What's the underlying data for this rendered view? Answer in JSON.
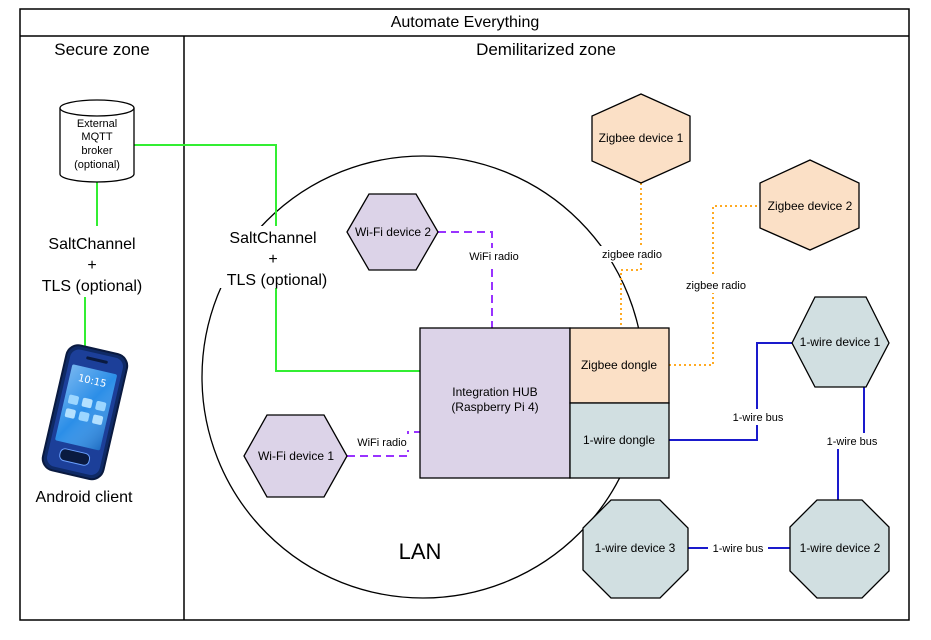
{
  "title": "Automate Everything",
  "zones": {
    "secure": "Secure zone",
    "dmz": "Demilitarized zone"
  },
  "lan_label": "LAN",
  "broker": {
    "line1": "External",
    "line2": "MQTT",
    "line3": "broker",
    "line4": "(optional)"
  },
  "secure_link": {
    "line1": "SaltChannel",
    "line2": "+",
    "line3": "TLS (optional)"
  },
  "dmz_link": {
    "line1": "SaltChannel",
    "line2": "+",
    "line3": "TLS (optional)"
  },
  "android_client": "Android client",
  "phone_time": "10:15",
  "hub": {
    "line1": "Integration HUB",
    "line2": "(Raspberry Pi 4)"
  },
  "zigbee_dongle": "Zigbee dongle",
  "onewire_dongle": "1-wire dongle",
  "wifi_device_1": "Wi-Fi device 1",
  "wifi_device_2": "Wi-Fi device 2",
  "zigbee_device_1": "Zigbee device 1",
  "zigbee_device_2": "Zigbee device 2",
  "onewire_device_1": "1-wire device 1",
  "onewire_device_2": "1-wire device 2",
  "onewire_device_3": "1-wire device 3",
  "link_labels": {
    "wifi_radio_1": "WiFi radio",
    "wifi_radio_2": "WiFi radio",
    "zigbee_radio_1": "zigbee radio",
    "zigbee_radio_2": "zigbee radio",
    "onewire_bus_1": "1-wire bus",
    "onewire_bus_2": "1-wire bus",
    "onewire_bus_3": "1-wire bus"
  },
  "colors": {
    "secure_link": "#33ee33",
    "wifi_link": "#9933ff",
    "zigbee_link": "#ffaa22",
    "onewire_link": "#1a1acc",
    "wifi_fill": "#dcd3e8",
    "zigbee_fill": "#fbe0c6",
    "onewire_fill": "#d1dfe1"
  }
}
